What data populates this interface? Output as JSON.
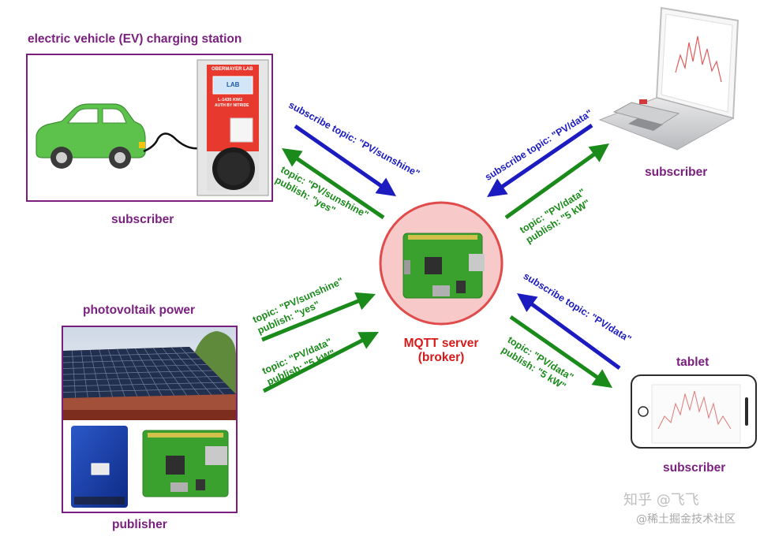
{
  "nodes": {
    "ev_title": "electric vehicle (EV) charging station",
    "ev_role": "subscriber",
    "pv_title": "photovoltaik power",
    "pv_role": "publisher",
    "laptop_role": "subscriber",
    "tablet_title": "tablet",
    "tablet_role": "subscriber",
    "broker_line1": "MQTT server",
    "broker_line2": "(broker)"
  },
  "charger": {
    "brand": "OBERMAYER LAB",
    "sub": "LAB",
    "info": "L-1435 KW2",
    "note": "AUTH BY NITRIDE"
  },
  "messages": {
    "ev_sub": "subscribe topic: \"PV/sunshine\"",
    "ev_pub_1": "topic:    \"PV/sunshine\"",
    "ev_pub_2": "publish:  \"yes\"",
    "laptop_sub": "subscribe topic: \"PV/data\"",
    "laptop_pub_1": "topic:    \"PV/data\"",
    "laptop_pub_2": "publish: \"5 kW\"",
    "pv_pub1_1": "topic:    \"PV/sunshine\"",
    "pv_pub1_2": "publish: \"yes\"",
    "pv_pub2_1": "topic:       \"PV/data\"",
    "pv_pub2_2": "publish: \"5 kW\"",
    "tablet_sub": "subscribe topic: \"PV/data\"",
    "tablet_pub_1": "topic:    \"PV/data\"",
    "tablet_pub_2": "publish: \"5 kW\""
  },
  "watermark": {
    "line1": "知乎 @飞飞",
    "line2": "@稀土掘金技术社区"
  },
  "colors": {
    "title": "#7a1f7f",
    "broker": "#d61a1a",
    "subscribe_arrow": "#1b1bc0",
    "publish_arrow": "#1a8a1a",
    "frame": "#7a1f7f"
  }
}
